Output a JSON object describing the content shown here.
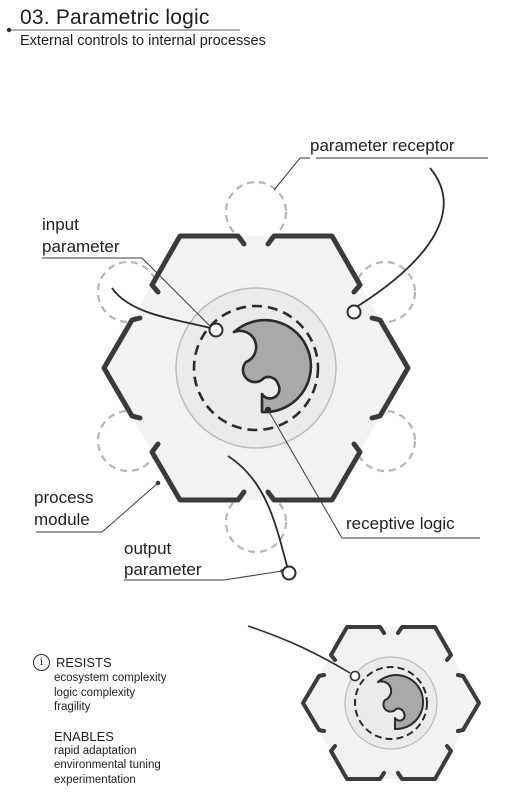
{
  "header": {
    "title": "03. Parametric logic",
    "subtitle": "External controls to internal processes"
  },
  "diagram": {
    "labels": {
      "parameter_receptor": "parameter receptor",
      "input_parameter_line1": "input",
      "input_parameter_line2": "parameter",
      "process_module_line1": "process",
      "process_module_line2": "module",
      "receptive_logic": "receptive logic",
      "output_parameter_line1": "output",
      "output_parameter_line2": "parameter"
    }
  },
  "info": {
    "resists_heading": "RESISTS",
    "resists_items": [
      "ecosystem complexity",
      "logic complexity",
      "fragility"
    ],
    "enables_heading": "ENABLES",
    "enables_items": [
      "rapid adaptation",
      "environmental tuning",
      "experimentation"
    ]
  }
}
